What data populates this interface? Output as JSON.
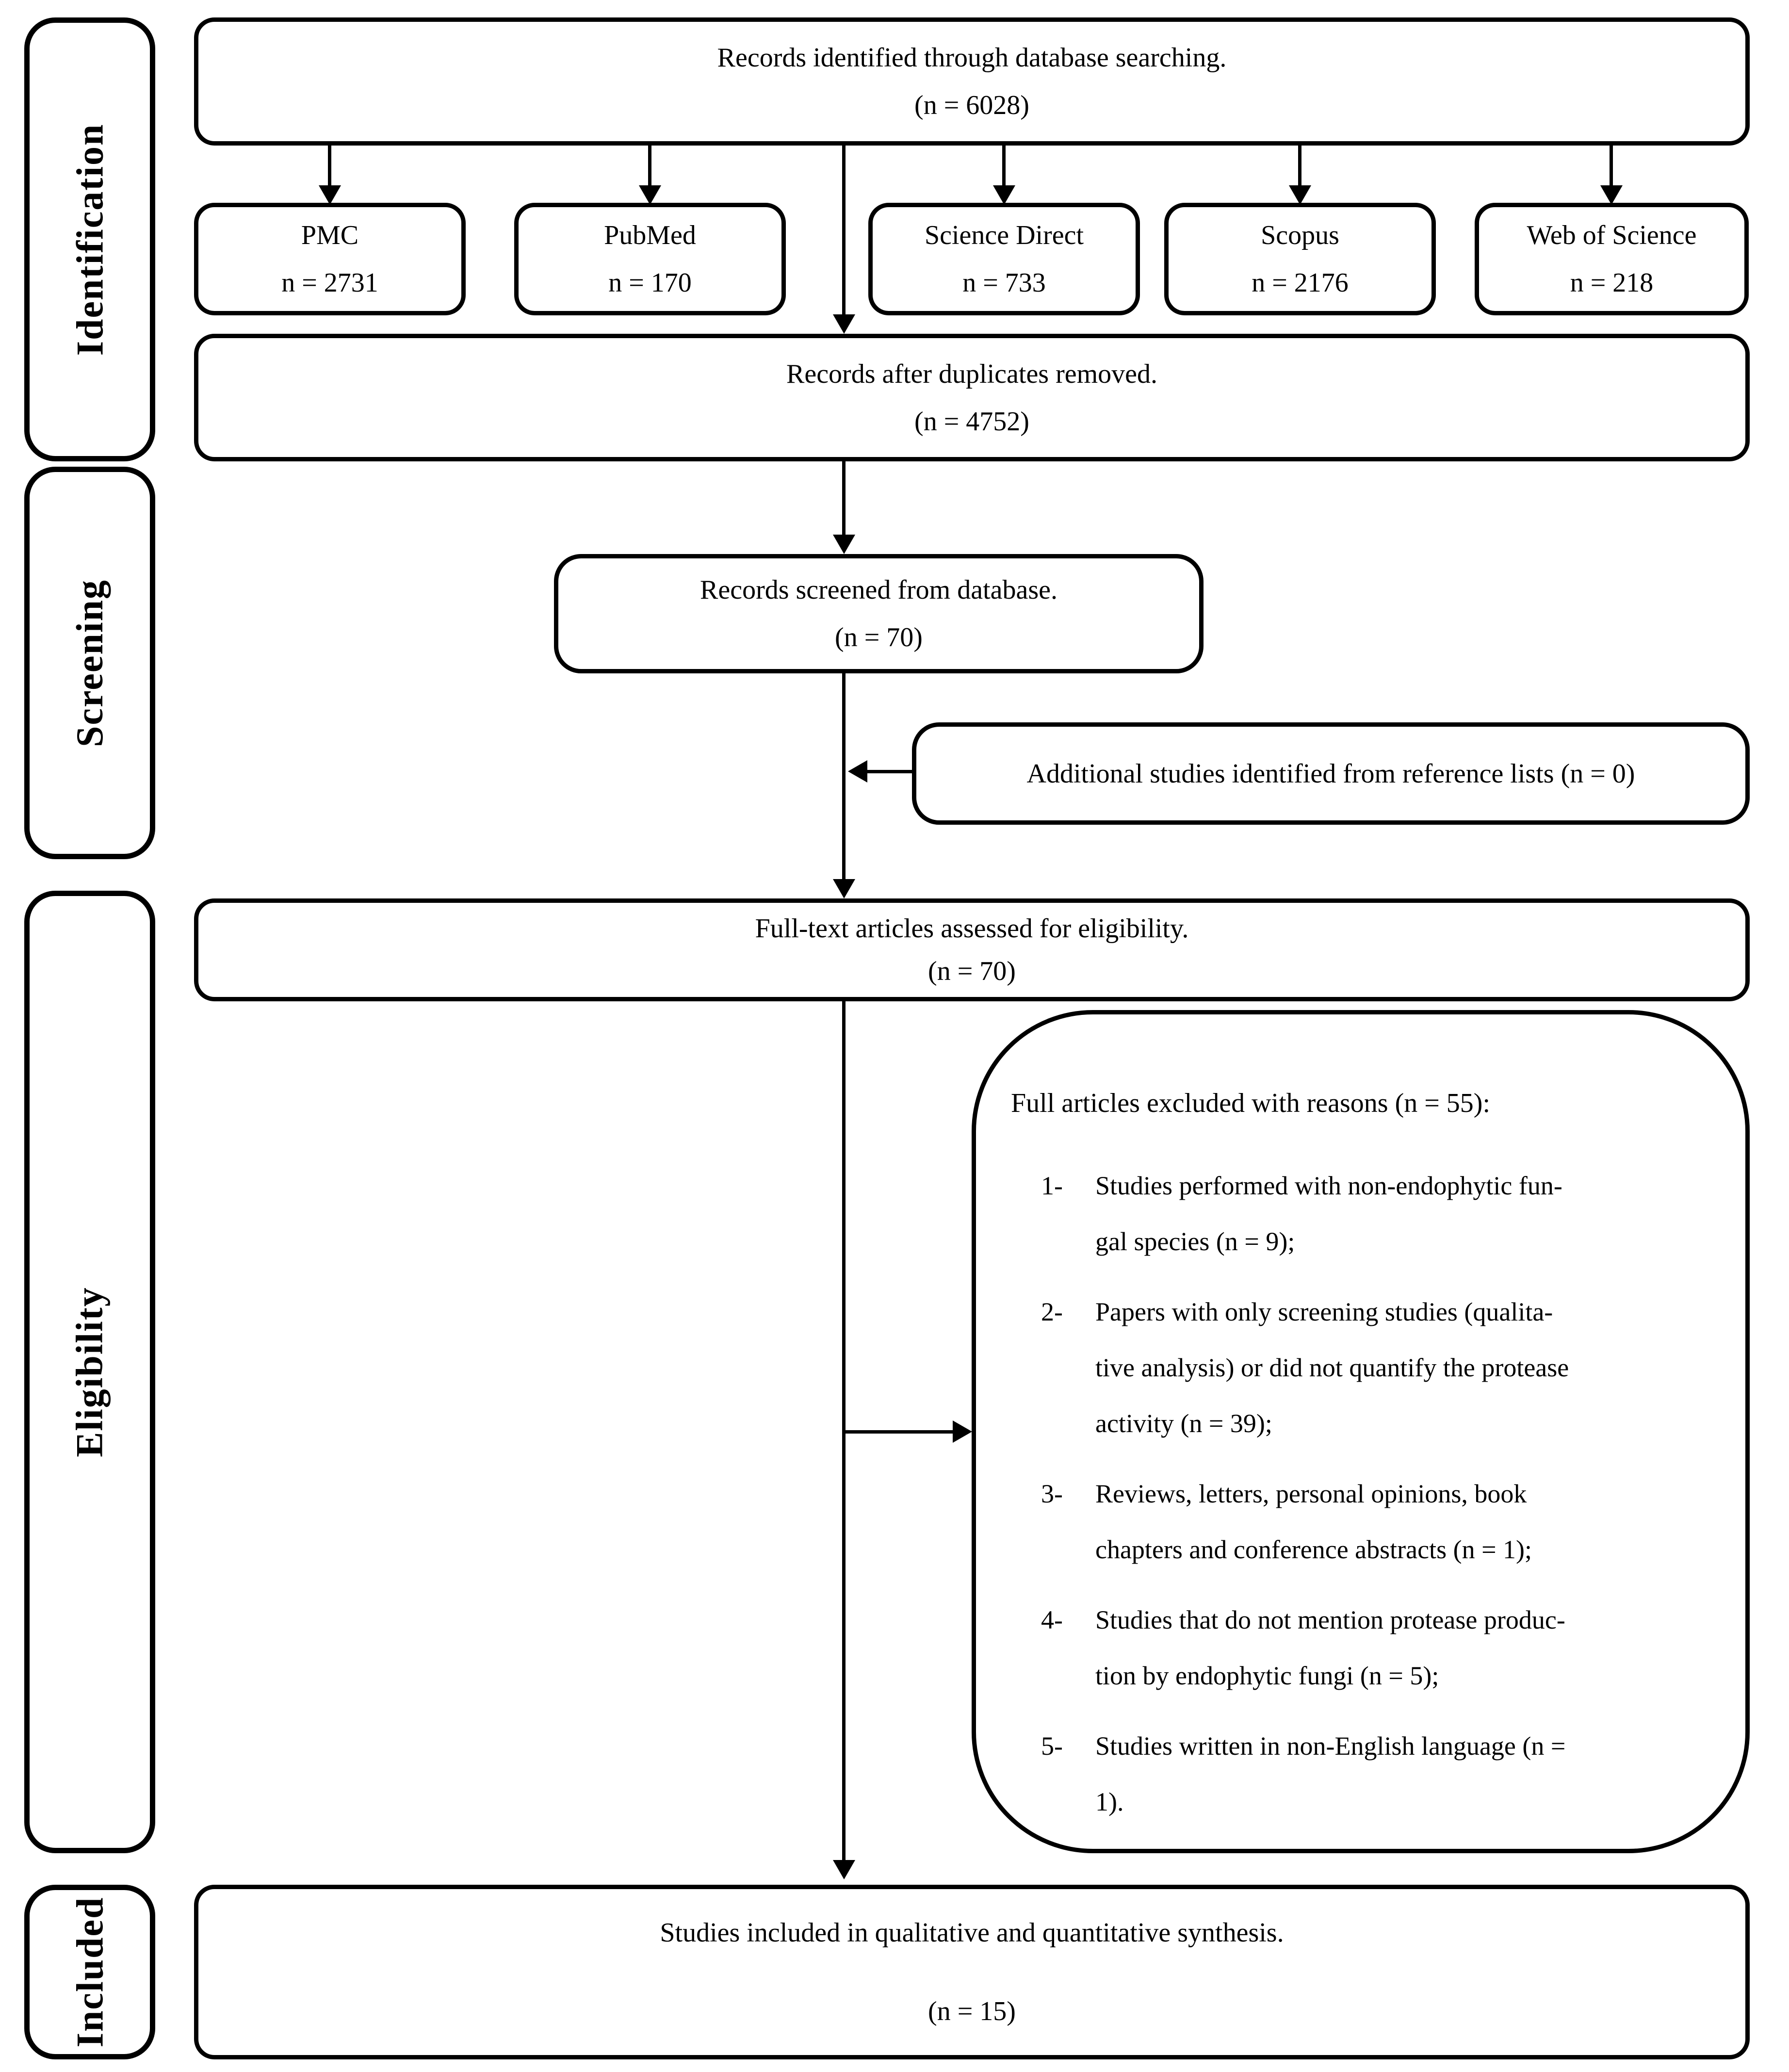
{
  "stages": [
    {
      "label": "Identification"
    },
    {
      "label": "Screening"
    },
    {
      "label": "Eligibility"
    },
    {
      "label": "Included"
    }
  ],
  "flow": {
    "identified": {
      "text": "Records identified through database searching.",
      "count": "(n = 6028)"
    },
    "databases": [
      {
        "name": "PMC",
        "count": "n = 2731"
      },
      {
        "name": "PubMed",
        "count": "n = 170"
      },
      {
        "name": "Science Direct",
        "count": "n = 733"
      },
      {
        "name": "Scopus",
        "count": "n = 2176"
      },
      {
        "name": "Web of Science",
        "count": "n = 218"
      }
    ],
    "deduplicated": {
      "text": "Records after duplicates removed.",
      "count": "(n = 4752)"
    },
    "screened": {
      "text": "Records screened from database.",
      "count": "(n = 70)"
    },
    "additional": {
      "text": "Additional studies identified from reference lists (n = 0)"
    },
    "fulltext": {
      "text": "Full-text articles assessed for eligibility.",
      "count": "(n = 70)"
    },
    "excluded": {
      "heading": "Full articles excluded with reasons (n = 55):",
      "items": [
        {
          "num": "1-",
          "text": "Studies performed with non-endophytic fun-\ngal species (n = 9);"
        },
        {
          "num": "2-",
          "text": "Papers with only screening studies (qualita-\ntive analysis) or did not quantify the protease\nactivity (n = 39);"
        },
        {
          "num": "3-",
          "text": "Reviews, letters, personal opinions, book\nchapters and conference abstracts (n = 1);"
        },
        {
          "num": "4-",
          "text": "Studies that do not mention protease produc-\ntion by endophytic fungi (n = 5);"
        },
        {
          "num": "5-",
          "text": "Studies written in non-English language (n =\n1)."
        }
      ]
    },
    "included": {
      "text": "Studies included in qualitative and quantitative synthesis.",
      "count": "(n = 15)"
    }
  }
}
